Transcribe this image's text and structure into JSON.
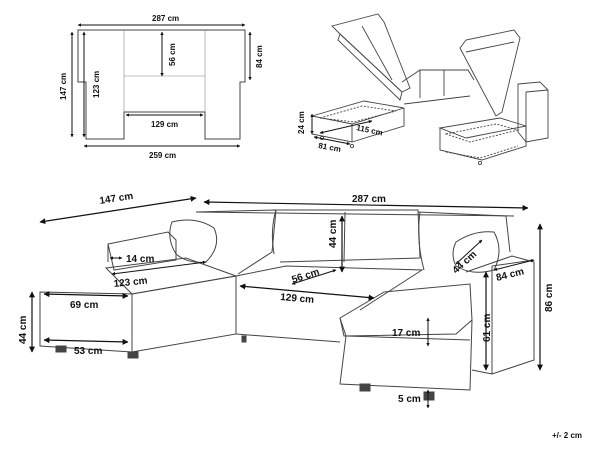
{
  "top_plan": {
    "width_top": "287 cm",
    "depth_back": "56 cm",
    "arm_depth": "84 cm",
    "total_depth": "147 cm",
    "chaise_length": "123 cm",
    "inner_width": "129 cm",
    "bottom_width": "259 cm"
  },
  "storage_view": {
    "height": "24 cm",
    "storage_length": "115 cm",
    "storage_depth": "81 cm"
  },
  "main_view": {
    "left_depth": "147 cm",
    "total_width": "287 cm",
    "arm_width": "14 cm",
    "chaise_length": "123 cm",
    "back_height": "44 cm",
    "seat_depth": "56 cm",
    "inner_width": "129 cm",
    "pillow_size": "44 cm",
    "arm_depth": "84 cm",
    "chaise_width": "69 cm",
    "seat_height": "44 cm",
    "base_length": "53 cm",
    "leg_clearance": "17 cm",
    "arm_height": "61 cm",
    "total_height": "86 cm",
    "leg_height": "5 cm",
    "tolerance": "+/- 2 cm"
  }
}
